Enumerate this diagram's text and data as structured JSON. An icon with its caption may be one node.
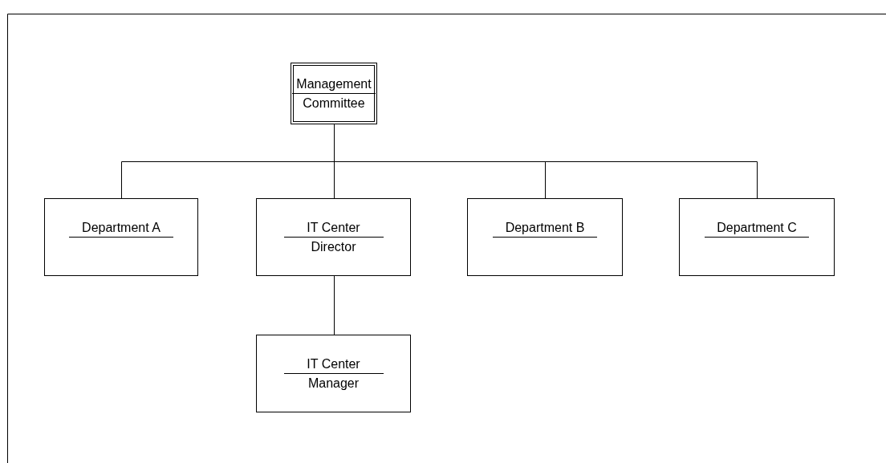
{
  "diagram": {
    "nodes": [
      {
        "text": [
          "Management",
          "Committee"
        ]
      },
      {
        "text": [
          "Department A"
        ]
      },
      {
        "text": [
          "IT Center",
          "Director"
        ]
      },
      {
        "text": [
          "Department B"
        ]
      },
      {
        "text": [
          "Department C"
        ]
      },
      {
        "text": [
          "IT Center",
          "Manager"
        ]
      }
    ],
    "edges": [
      {
        "from": 0,
        "to": 1,
        "arrow": "none"
      },
      {
        "from": 0,
        "to": 2,
        "arrow": "none"
      },
      {
        "from": 0,
        "to": 3,
        "arrow": "none"
      },
      {
        "from": 0,
        "to": 4,
        "arrow": "none"
      },
      {
        "from": 2,
        "to": 5,
        "arrow": "none"
      }
    ]
  }
}
